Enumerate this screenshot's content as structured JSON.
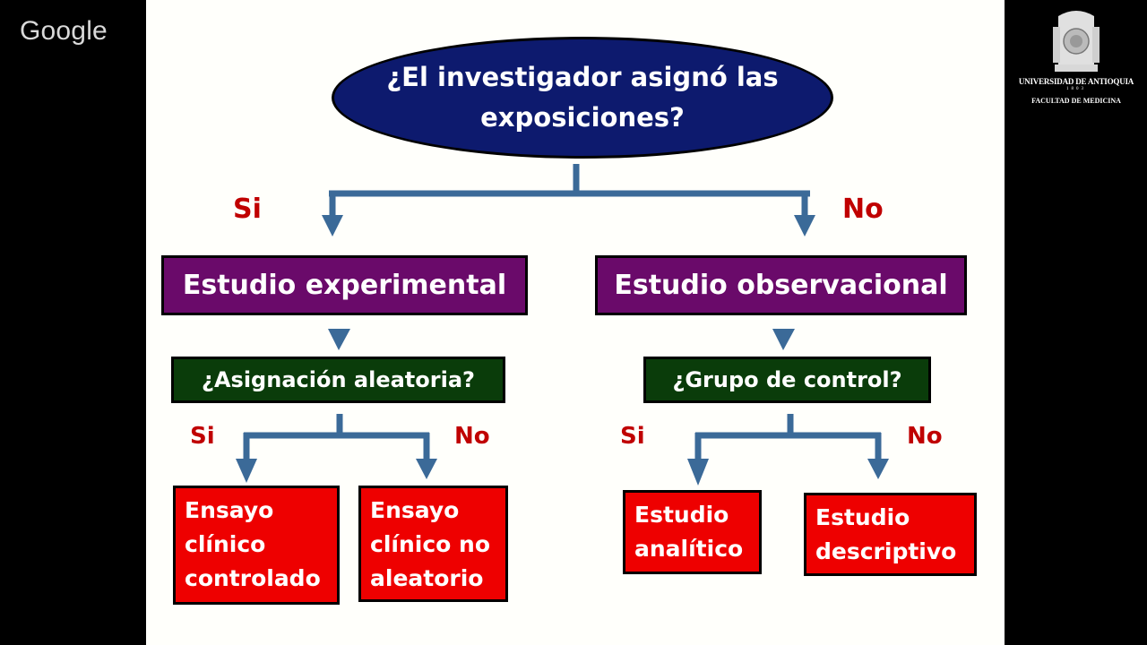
{
  "branding": {
    "google_logo": "Google",
    "university_name": "UNIVERSIDAD DE ANTIOQUIA",
    "university_year": "1803",
    "faculty": "FACULTAD DE MEDICINA"
  },
  "diagram": {
    "root_question": "¿El investigador asignó las exposiciones?",
    "root_yes": "Si",
    "root_no": "No",
    "left": {
      "title": "Estudio experimental",
      "question": "¿Asignación aleatoria?",
      "yes_label": "Si",
      "no_label": "No",
      "yes_result": [
        "Ensayo",
        "clínico",
        "controlado"
      ],
      "no_result": [
        "Ensayo",
        "clínico no",
        "aleatorio"
      ]
    },
    "right": {
      "title": "Estudio observacional",
      "question": "¿Grupo de control?",
      "yes_label": "Si",
      "no_label": "No",
      "yes_result": [
        "Estudio",
        "analítico"
      ],
      "no_result": [
        "Estudio",
        "descriptivo"
      ]
    }
  },
  "colors": {
    "root": "#0d1a6e",
    "level1": "#6a0a6a",
    "question": "#0a3c0a",
    "result": "#ee0000",
    "label": "#c00000",
    "connector": "#3b6a98"
  }
}
